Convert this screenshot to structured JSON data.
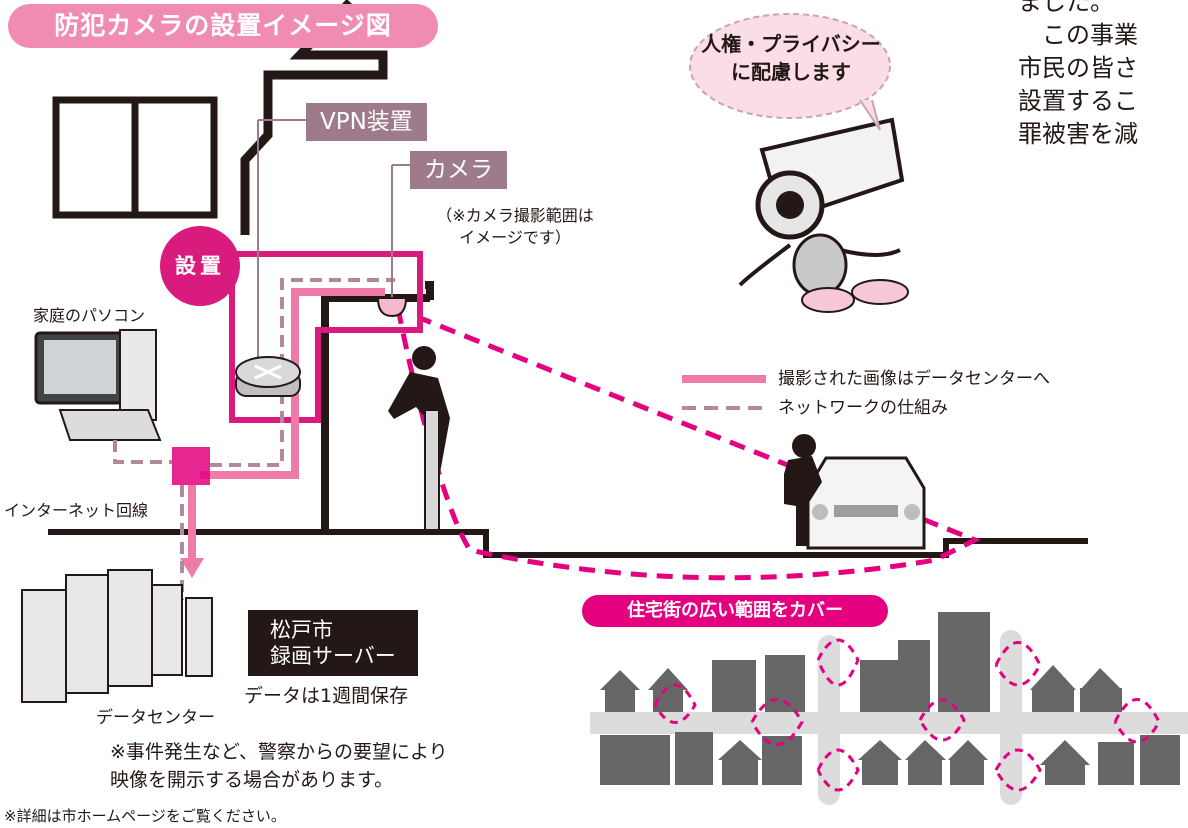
{
  "title": "防犯カメラの設置イメージ図",
  "tags": {
    "vpn": "VPN装置",
    "camera": "カメラ"
  },
  "camera_note": "（※カメラ撮影範囲は\nイメージです）",
  "install_badge": "設置",
  "home_pc_label": "家庭のパソコン",
  "internet_label": "インターネット回線",
  "server_label": "松戸市\n録画サーバー",
  "retention_label": "データは1週間保存",
  "datacenter_label": "データセンター",
  "police_note": "※事件発生など、警察からの要望により\n映像を開示する場合があります。",
  "footer_note": "※詳細は市ホームページをご覧ください。",
  "bubble_text": "人権・プライバシー\nに配慮します",
  "legend": [
    {
      "label": "撮影された画像はデータセンターへ",
      "color": "#f07aa8",
      "style": "solid"
    },
    {
      "label": "ネットワークの仕組み",
      "color": "#b08a9c",
      "style": "dashed"
    }
  ],
  "coverage_label": "住宅街の広い範囲をカバー",
  "body_text_lines": [
    "ました。",
    "　この事業",
    "市民の皆さ",
    "設置するこ",
    "罪被害を減"
  ],
  "colors": {
    "pink_accent": "#f08cb4",
    "magenta": "#d81b7c",
    "mauve": "#9e7b8b",
    "dark": "#231815"
  }
}
